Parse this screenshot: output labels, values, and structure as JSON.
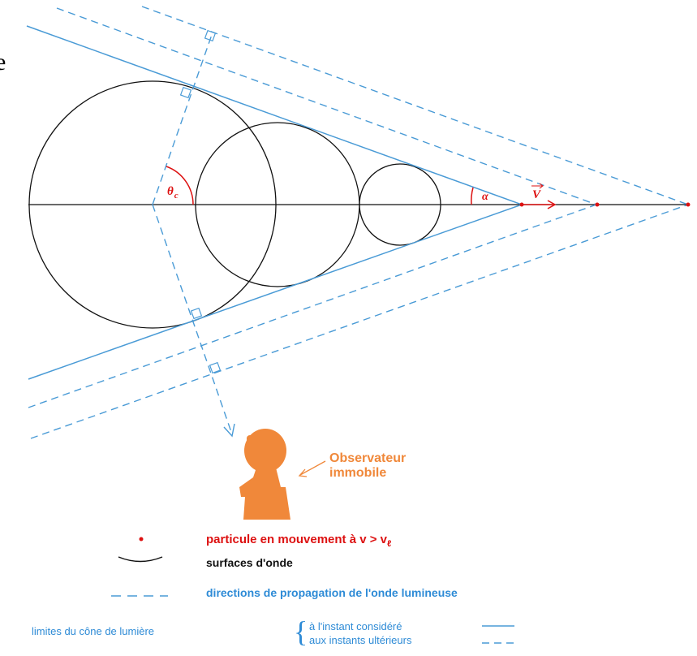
{
  "stray_text": "e",
  "labels": {
    "theta": "θ",
    "theta_sub": "c",
    "alpha": "α",
    "velocity": "V"
  },
  "observer": {
    "line1": "Observateur",
    "line2": "immobile"
  },
  "legend": {
    "particle": "particule en mouvement à v > v",
    "particle_sub": "ℓ",
    "surfaces": "surfaces d'onde",
    "directions": "directions de propagation de l'onde lumineuse",
    "limits": "limites du cône de lumière",
    "now": "à l'instant considéré",
    "later": "aux instants ultérieurs"
  },
  "colors": {
    "blue": "#4a9bd6",
    "red": "#dd1111",
    "orange": "#f0883a",
    "black": "#111111"
  }
}
